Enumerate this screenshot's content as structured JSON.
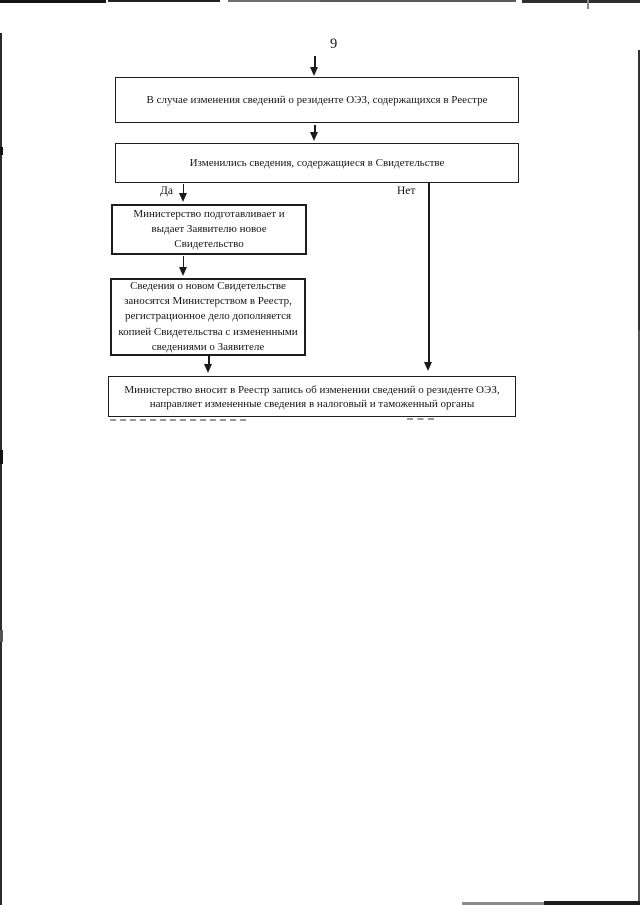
{
  "page": {
    "number": "9",
    "paper_color": "#ffffff",
    "ink_color": "#1a1a1a"
  },
  "flowchart": {
    "box1": {
      "text": "В случае изменения сведений о резиденте ОЭЗ, содержащихся в Реестре"
    },
    "box2": {
      "text": "Изменились сведения, содержащиеся в Свидетельстве"
    },
    "branch": {
      "yes": "Да",
      "no": "Нет"
    },
    "box3": {
      "lines": [
        "Министерство подготавливает и",
        "выдает Заявителю новое",
        "Свидетельство"
      ]
    },
    "box4": {
      "lines": [
        "Сведения о новом Свидетельстве",
        "заносятся Министерством в Реестр,",
        "регистрационное дело дополняется",
        "копией Свидетельства с измененными",
        "сведениями о Заявителе"
      ]
    },
    "box5": {
      "lines": [
        "Министерство вносит в Реестр запись об изменении сведений о резиденте ОЭЗ,",
        "направляет измененные сведения в налоговый и таможенный органы"
      ]
    }
  }
}
